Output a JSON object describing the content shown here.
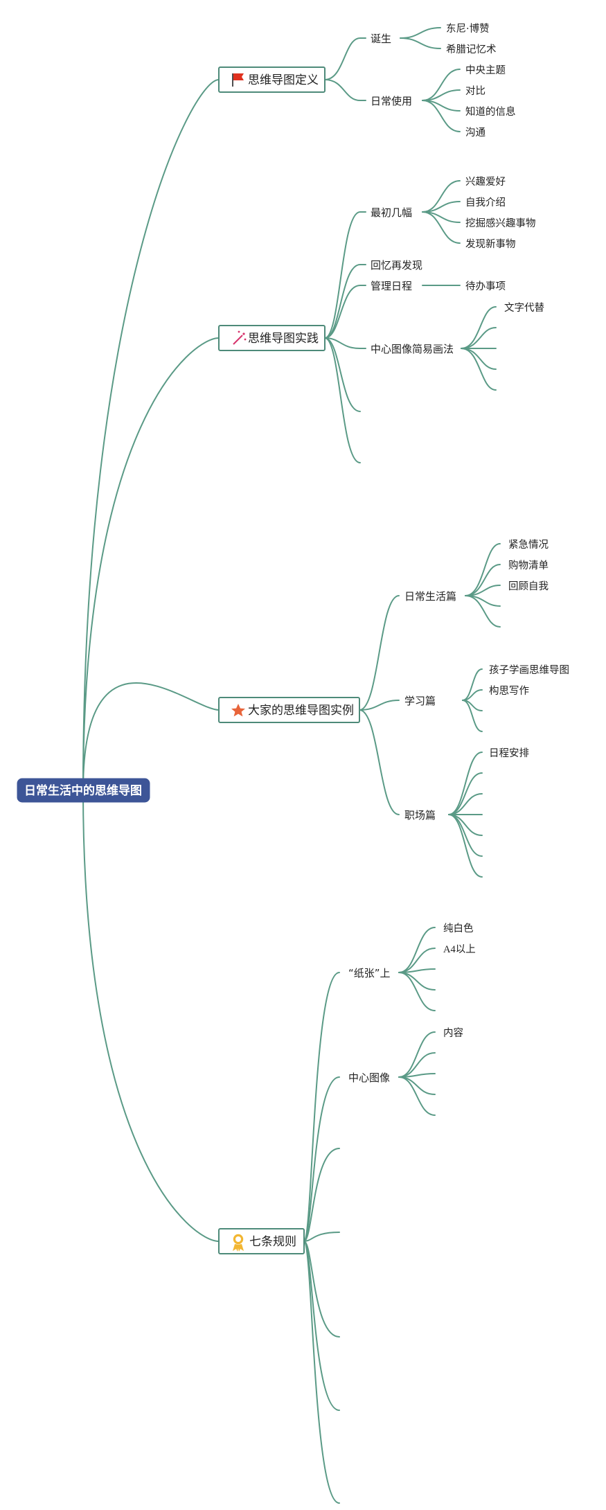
{
  "root": {
    "label": "日常生活中的思维导图"
  },
  "branches": [
    {
      "label": "思维导图定义",
      "icon": "red-flag-icon",
      "children": [
        {
          "label": "诞生",
          "children": [
            "东尼·博赞",
            "希腊记忆术"
          ]
        },
        {
          "label": "日常使用",
          "children": [
            "中央主题",
            "对比",
            "知道的信息",
            "沟通"
          ]
        }
      ]
    },
    {
      "label": "思维导图实践",
      "icon": "magic-wand-icon",
      "children": [
        {
          "label": "最初几幅",
          "children": [
            "兴趣爱好",
            "自我介绍",
            "挖掘感兴趣事物",
            "发现新事物"
          ]
        },
        {
          "label": "回忆再发现",
          "children": []
        },
        {
          "label": "管理日程",
          "children": [
            "待办事项"
          ]
        },
        {
          "label": "中心图像简易画法",
          "children": [
            "文字代替",
            "",
            "",
            "",
            ""
          ]
        },
        {
          "label": "",
          "children": []
        },
        {
          "label": "",
          "children": []
        }
      ]
    },
    {
      "label": "大家的思维导图实例",
      "icon": "star-icon",
      "children": [
        {
          "label": "日常生活篇",
          "children": [
            "紧急情况",
            "购物清单",
            "回顾自我",
            "",
            ""
          ]
        },
        {
          "label": "学习篇",
          "children": [
            "孩子学画思维导图",
            "构思写作",
            "",
            ""
          ]
        },
        {
          "label": "职场篇",
          "children": [
            "日程安排",
            "",
            "",
            "",
            "",
            "",
            ""
          ]
        }
      ]
    },
    {
      "label": "七条规则",
      "icon": "award-ribbon-icon",
      "children": [
        {
          "label": "“纸张”上",
          "children": [
            "纯白色",
            "A4以上",
            "",
            "",
            ""
          ]
        },
        {
          "label": "中心图像",
          "children": [
            "内容",
            "",
            "",
            "",
            ""
          ]
        },
        {
          "label": "",
          "children": []
        },
        {
          "label": "",
          "children": []
        },
        {
          "label": "",
          "children": []
        },
        {
          "label": "",
          "children": []
        },
        {
          "label": "",
          "children": []
        }
      ]
    }
  ],
  "colors": {
    "edge": "#5a9a86",
    "root_fill": "#3d5597",
    "main_border": "#4d8a79",
    "flag": "#e0311f",
    "wand": "#d6336c",
    "star": "#e8643a",
    "ribbon": "#f2b632"
  }
}
